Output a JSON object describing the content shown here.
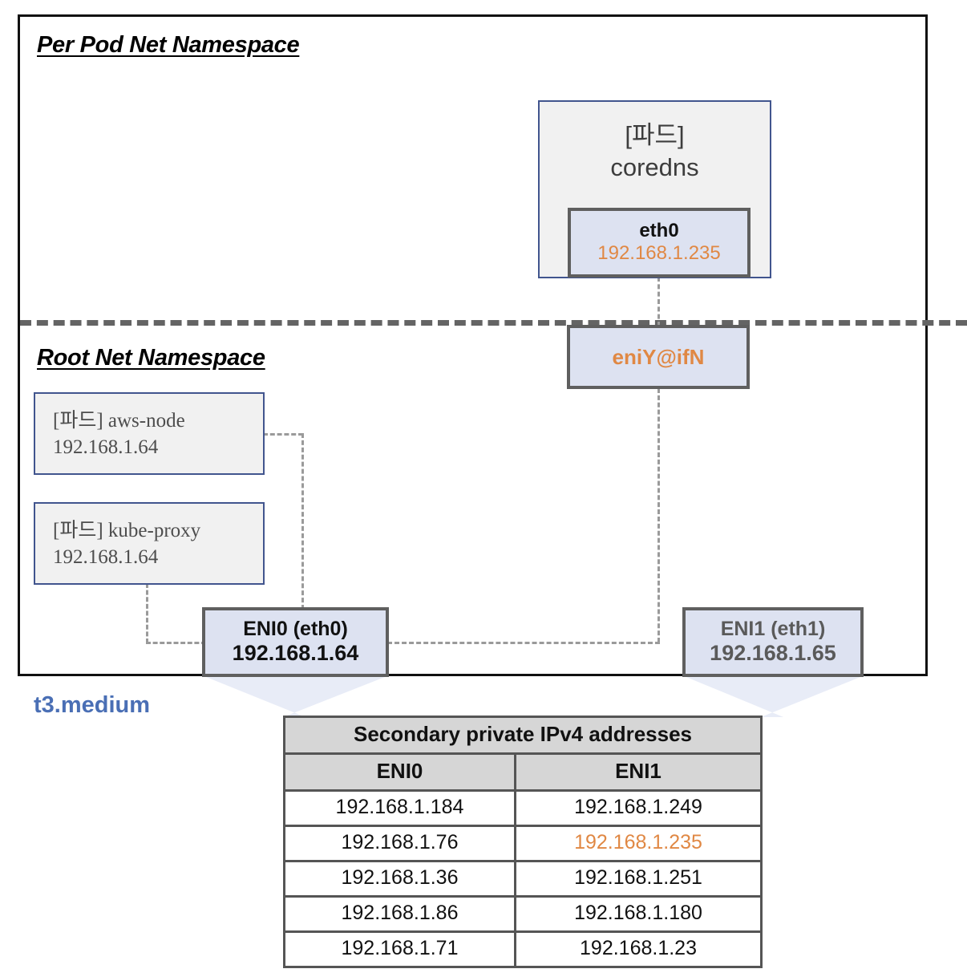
{
  "diagram": {
    "instance_type": "t3.medium",
    "namespaces": {
      "per_pod": "Per Pod  Net Namespace",
      "root": "Root Net Namespace"
    },
    "pod_coredns": {
      "line1": "[파드]",
      "line2": "coredns",
      "interface": {
        "name": "eth0",
        "ip": "192.168.1.235"
      }
    },
    "veth": {
      "label": "eniY@ifN"
    },
    "host_pods": [
      {
        "name": "[파드] aws-node",
        "ip": "192.168.1.64"
      },
      {
        "name": "[파드] kube-proxy",
        "ip": "192.168.1.64"
      }
    ],
    "enis": [
      {
        "name": "ENI0 (eth0)",
        "ip": "192.168.1.64"
      },
      {
        "name": "ENI1 (eth1)",
        "ip": "192.168.1.65"
      }
    ]
  },
  "table": {
    "title": "Secondary private IPv4 addresses",
    "columns": [
      "ENI0",
      "ENI1"
    ],
    "rows": [
      {
        "eni0": "192.168.1.184",
        "eni1": "192.168.1.249",
        "eni1_highlight": false
      },
      {
        "eni0": "192.168.1.76",
        "eni1": "192.168.1.235",
        "eni1_highlight": true
      },
      {
        "eni0": "192.168.1.36",
        "eni1": "192.168.1.251",
        "eni1_highlight": false
      },
      {
        "eni0": "192.168.1.86",
        "eni1": "192.168.1.180",
        "eni1_highlight": false
      },
      {
        "eni0": "192.168.1.71",
        "eni1": "192.168.1.23",
        "eni1_highlight": false
      }
    ]
  },
  "colors": {
    "accent_orange": "#e08844",
    "pod_border_blue": "#41558e",
    "instance_blue": "#4a6fb5",
    "iface_fill": "#dde2f1",
    "divider_gray": "#646464"
  }
}
